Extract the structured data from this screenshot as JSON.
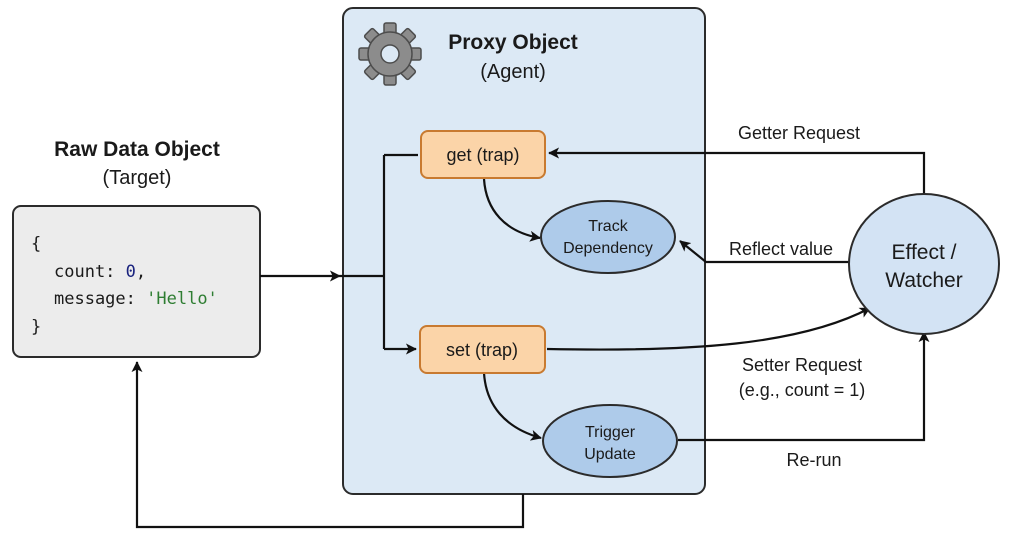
{
  "proxy": {
    "title": "Proxy Object",
    "subtitle": "(Agent)"
  },
  "raw": {
    "title": "Raw Data Object",
    "subtitle": "(Target)",
    "code_open": "{",
    "count_key": "count:",
    "count_value": "0",
    "count_comma": ",",
    "message_key": "message:",
    "message_value": "'Hello'",
    "code_close": "}"
  },
  "nodes": {
    "get_trap": "get (trap)",
    "set_trap": "set (trap)",
    "track_line1": "Track",
    "track_line2": "Dependency",
    "trigger_line1": "Trigger",
    "trigger_line2": "Update",
    "effect_line1": "Effect /",
    "effect_line2": "Watcher"
  },
  "edges": {
    "getter_request": "Getter Request",
    "reflect_value": "Reflect value",
    "setter_request": "Setter Request",
    "setter_example": "(e.g., count = 1)",
    "rerun": "Re-run"
  },
  "colors": {
    "proxy_fill": "#dce9f5",
    "raw_fill": "#ececec",
    "trap_fill": "#fbd4a8",
    "trap_stroke": "#c87a30",
    "ellipse_fill": "#aecbea",
    "effect_fill": "#d3e3f4",
    "number_color": "#1a237e",
    "string_color": "#2e7d32"
  },
  "icons": {
    "proxy_icon": "gear-icon"
  }
}
